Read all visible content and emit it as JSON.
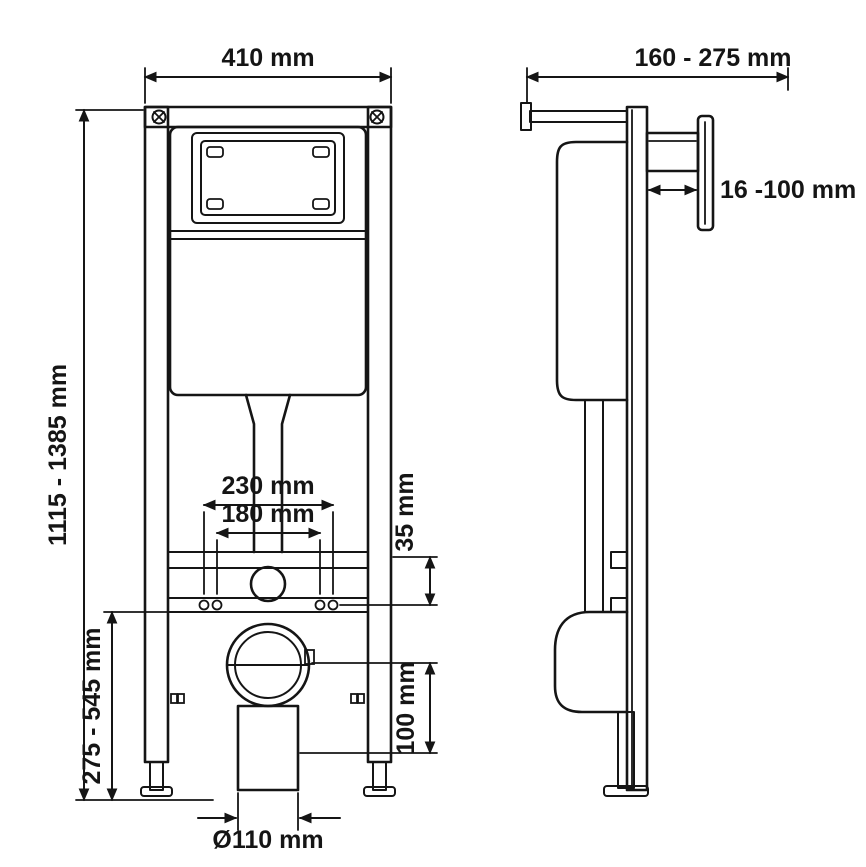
{
  "diagram": {
    "dimensions": {
      "frame_width": "410 mm",
      "install_depth": "160 - 275 mm",
      "plate_adjust": "16 -100 mm",
      "frame_height": "1115 - 1385 mm",
      "fixing_230": "230 mm",
      "fixing_180": "180 mm",
      "offset_35": "35 mm",
      "lower_range": "275 - 545 mm",
      "outlet_offset": "100 mm",
      "outlet_diameter": "Ø110 mm"
    },
    "colors": {
      "line": "#151515",
      "background": "#ffffff"
    }
  }
}
